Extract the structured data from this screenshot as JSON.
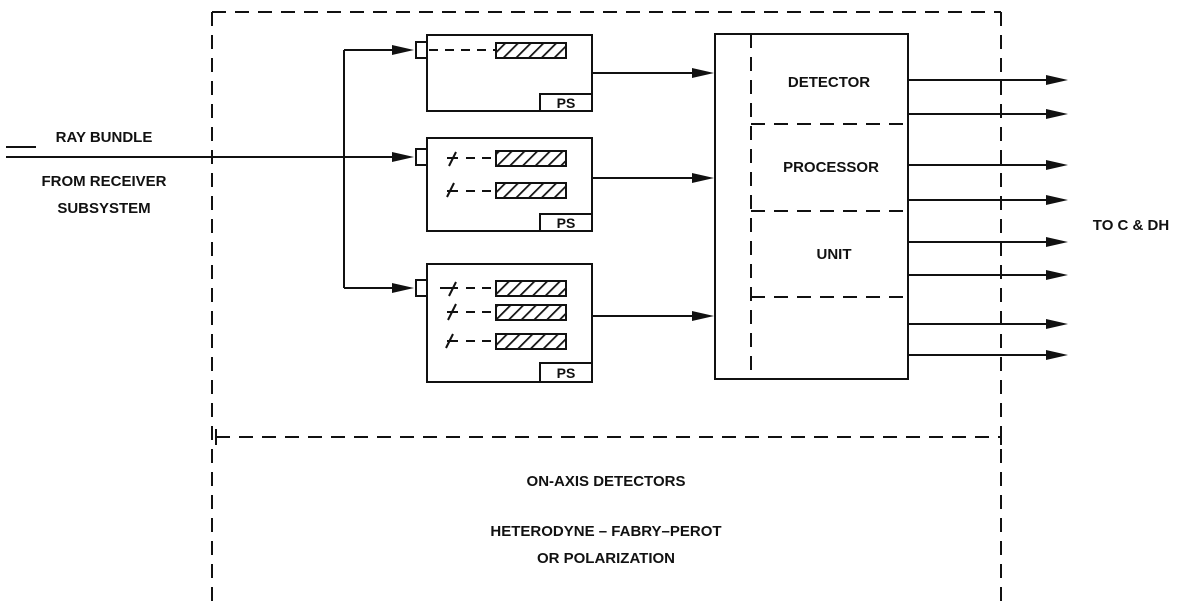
{
  "input": {
    "label_line1": "RAY BUNDLE",
    "label_line2": "FROM RECEIVER",
    "label_line3": "SUBSYSTEM"
  },
  "modules": [
    {
      "ps_label": "PS",
      "channels": 1
    },
    {
      "ps_label": "PS",
      "channels": 2
    },
    {
      "ps_label": "PS",
      "channels": 3
    }
  ],
  "processor": {
    "line1": "DETECTOR",
    "line2": "PROCESSOR",
    "line3": "UNIT"
  },
  "output": {
    "label": "TO C & DH",
    "arrow_count": 8
  },
  "caption": {
    "line1": "ON-AXIS DETECTORS",
    "line2": "HETERODYNE – FABRY–PEROT",
    "line3": "OR POLARIZATION"
  }
}
